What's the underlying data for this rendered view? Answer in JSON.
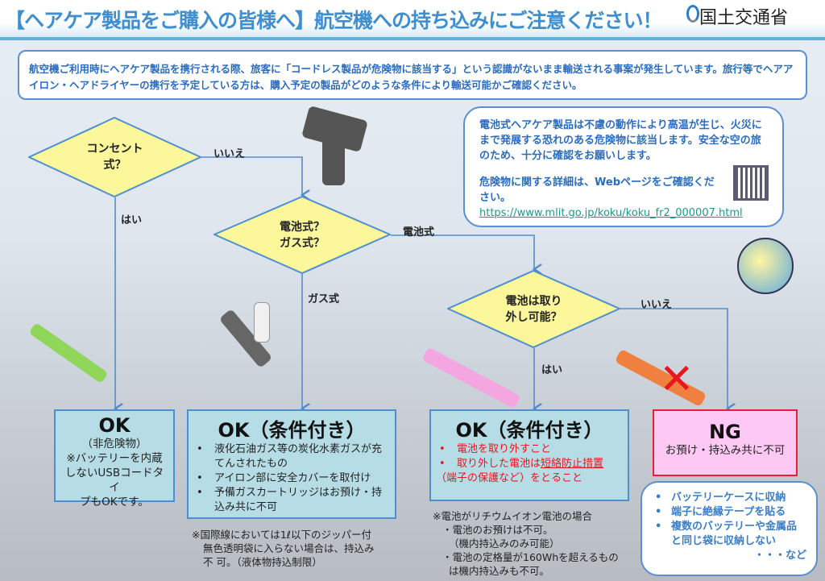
{
  "header": {
    "title": "【ヘアケア製品をご購入の皆様へ】航空機への持ち込みにご注意ください！",
    "logo": "国土交通省"
  },
  "intro": "航空機ご利用時にヘアケア製品を携行される際、旅客に「コードレス製品が危険物に該当する」という認識がないまま輸送される事案が発生しています。旅行等でヘアアイロン・ヘアドライヤーの携行を予定している方は、購入予定の製品がどのような条件により輸送可能かご確認ください。",
  "info": {
    "text": "電池式ヘアケア製品は不慮の動作により高温が生じ、火災にまで発展する恐れのある危険物に該当します。安全な空の旅のため、十分に確認をお願いします。",
    "web": "危険物に関する詳細は、Webページをご確認ください。",
    "url": "https://www.mlit.go.jp/koku/koku_fr2_000007.html"
  },
  "flow": {
    "q1": "コンセント式？",
    "q2a": "電池式？",
    "q2b": "ガス式？",
    "q3a": "電池は取り",
    "q3b": "外し可能？",
    "no1": "いいえ",
    "yes1": "はい",
    "battery": "電池式",
    "gas": "ガス式",
    "no3": "いいえ",
    "yes3": "はい"
  },
  "ok1": {
    "title": "OK",
    "lines": [
      "（非危険物）",
      "※バッテリーを内蔵",
      "しないUSBコードタイ",
      "プもOKです。"
    ]
  },
  "ok2": {
    "title": "OK（条件付き）",
    "items": [
      "液化石油ガス等の炭化水素ガスが充てんされたもの",
      "アイロン部に安全カバーを取付け",
      "予備ガスカートリッジはお預け・持込み共に不可"
    ],
    "note": [
      "※国際線においては1ℓ以下のジッパー付",
      "無色透明袋に入らない場合は、持込み",
      "不 可。（液体物持込制限）"
    ]
  },
  "ok3": {
    "title": "OK（条件付き）",
    "items": [
      "電池を取り外すこと"
    ],
    "item2_pre": "取り外した電池は",
    "item2_u": "短絡防止措置",
    "item2_post": "（端子の保護など）をとること",
    "note": [
      "※電池がリチウムイオン電池の場合",
      "・電池のお預けは不可。",
      "（機内持込みのみ可能）",
      "・電池の定格量が160Whを超えるもの",
      "は機内持込みも不可。"
    ]
  },
  "ng": {
    "title": "NG",
    "text": "お預け・持込み共に不可"
  },
  "tips": {
    "items": [
      "バッテリーケースに収納",
      "端子に絶縁テープを貼る",
      "複数のバッテリーや金属品と同じ袋に収納しない"
    ],
    "etc": "・・・など"
  }
}
